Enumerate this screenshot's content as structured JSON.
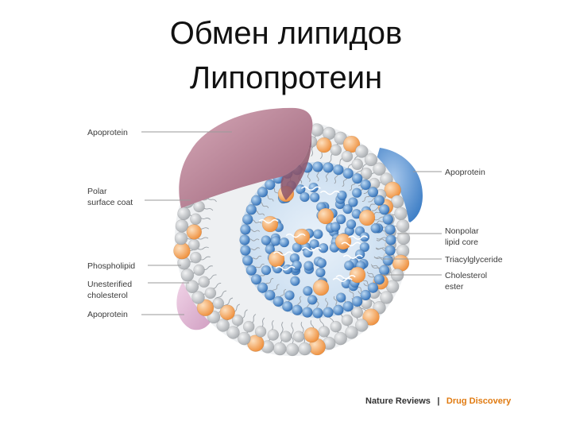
{
  "title": {
    "line1": "Обмен липидов",
    "line2": "Липопротеин"
  },
  "labels": {
    "apoprotein_top_left": "Apoprotein",
    "polar_line1": "Polar",
    "polar_line2": "surface coat",
    "phospholipid": "Phospholipid",
    "unesterified_line1": "Unesterified",
    "unesterified_line2": "cholesterol",
    "apoprotein_bottom_left": "Apoprotein",
    "apoprotein_right": "Apoprotein",
    "nonpolar_line1": "Nonpolar",
    "nonpolar_line2": "lipid core",
    "triacylglyceride": "Triacylglyceride",
    "cholesterol_line1": "Cholesterol",
    "cholesterol_line2": "ester"
  },
  "credit": {
    "journal": "Nature Reviews",
    "separator": "|",
    "section": "Drug Discovery"
  },
  "colors": {
    "apoprotein_mauve": "#b27b8e",
    "apoprotein_blue": "#6d9fd6",
    "apoprotein_pink": "#e2b7d5",
    "phospholipid_head": "#c7cacd",
    "cholesterol_orange": "#f4a45c",
    "core_blue": "#4a8cd0",
    "core_background": "#d6e6f4"
  }
}
